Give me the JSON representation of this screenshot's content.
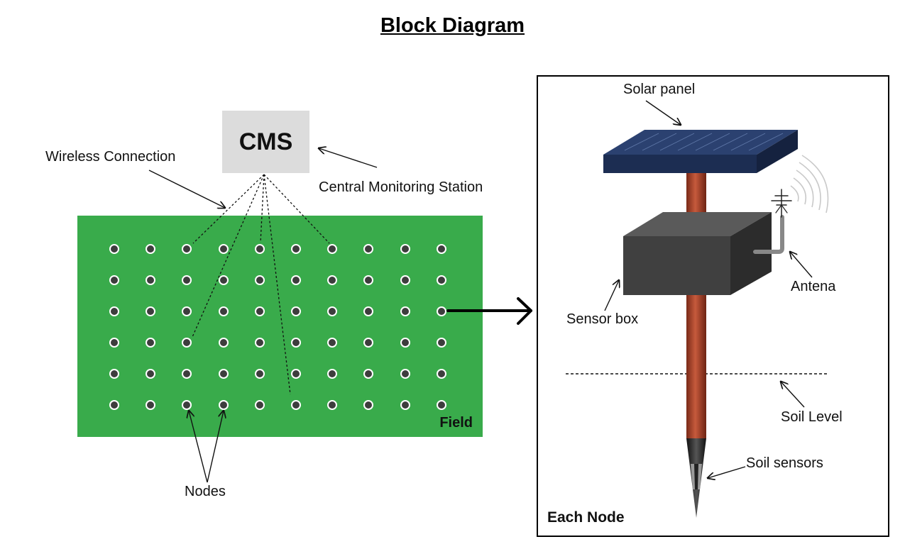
{
  "title": "Block Diagram",
  "cms": {
    "label": "CMS",
    "description": "Central Monitoring Station"
  },
  "labels": {
    "wireless": "Wireless Connection",
    "nodes": "Nodes",
    "field": "Field"
  },
  "node_detail": {
    "caption": "Each Node",
    "solar_panel": "Solar panel",
    "antenna": "Antena",
    "sensor_box": "Sensor box",
    "soil_level": "Soil Level",
    "soil_sensors": "Soil sensors"
  },
  "field_grid": {
    "rows": 6,
    "columns": 10
  },
  "colors": {
    "field": "#39ab4b",
    "cms_box": "#dcdcdc",
    "solar_panel": "#2a3f66",
    "sensor_box": "#444444",
    "pole": "#b0442a"
  }
}
